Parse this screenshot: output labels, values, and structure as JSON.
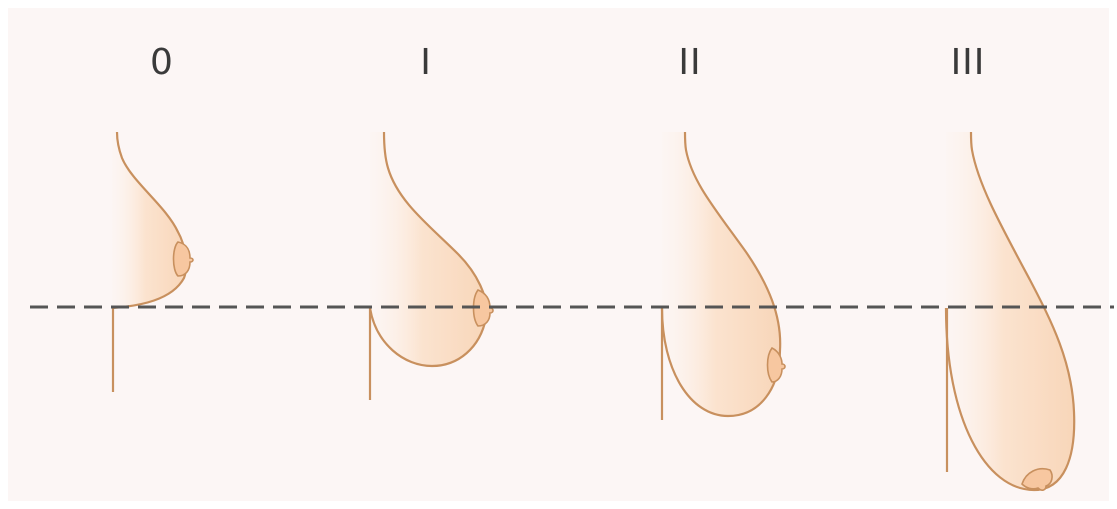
{
  "grades": [
    {
      "label": "0"
    },
    {
      "label": "I"
    },
    {
      "label": "II"
    },
    {
      "label": "III"
    }
  ],
  "colors": {
    "background": "#fcf6f5",
    "outline": "#c8905e",
    "fill_light": "#fdf1e8",
    "fill_dark": "#f9d9bd",
    "nipple": "#f7c7a0",
    "dashed_line": "#555555",
    "text": "#3a3a3a"
  }
}
